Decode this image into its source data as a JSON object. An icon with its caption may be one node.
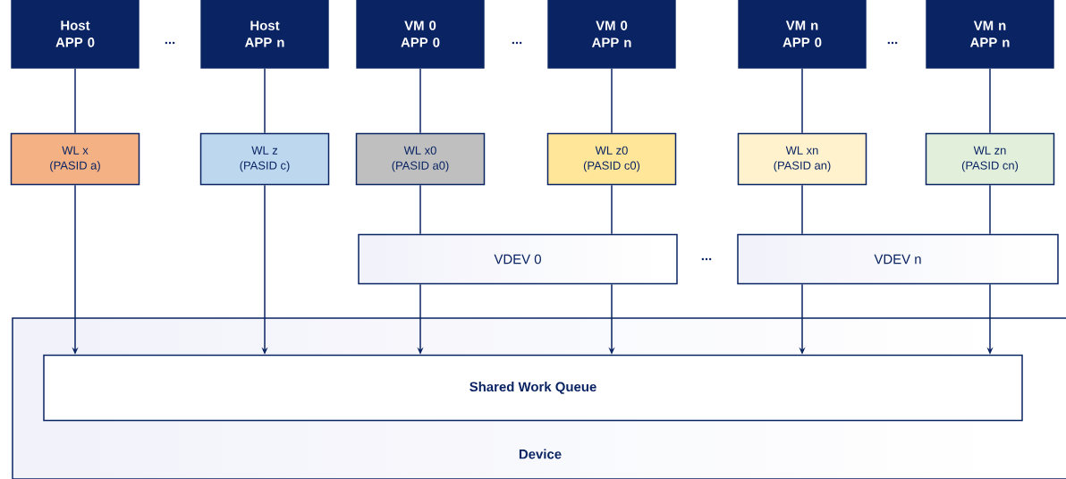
{
  "diagram": {
    "nodes": [
      {
        "text": [
          "Host APP 0"
        ]
      },
      {
        "text": [
          "Host APP n"
        ]
      },
      {
        "text": [
          "VM 0 APP 0"
        ]
      },
      {
        "text": [
          "VM 0 APP n"
        ]
      },
      {
        "text": [
          "VM n APP 0"
        ]
      },
      {
        "text": [
          "VM n APP n"
        ]
      },
      {
        "text": [
          "WL x",
          "(PASID a)"
        ]
      },
      {
        "text": [
          "WL z",
          "(PASID c)"
        ]
      },
      {
        "text": [
          "WL x0",
          "(PASID a0)"
        ]
      },
      {
        "text": [
          "WL z0",
          "(PASID c0)"
        ]
      },
      {
        "text": [
          "WL xn",
          "(PASID an)"
        ]
      },
      {
        "text": [
          "WL zn",
          "(PASID cn)"
        ]
      },
      {
        "text": [
          "VDEV 0"
        ]
      },
      {
        "text": [
          "VDEV n"
        ]
      },
      {
        "text": [
          "Device"
        ]
      },
      {
        "text": [
          "Shared Work Queue"
        ],
        "in": 14
      }
    ],
    "edges": [
      {
        "from": 0,
        "to": 6,
        "arrow": "none"
      },
      {
        "from": 1,
        "to": 7,
        "arrow": "none"
      },
      {
        "from": 2,
        "to": 8,
        "arrow": "none"
      },
      {
        "from": 3,
        "to": 9,
        "arrow": "none"
      },
      {
        "from": 4,
        "to": 10,
        "arrow": "none"
      },
      {
        "from": 5,
        "to": 11,
        "arrow": "none"
      },
      {
        "from": 6,
        "to": 15,
        "arrow": "to"
      },
      {
        "from": 7,
        "to": 15,
        "arrow": "to"
      },
      {
        "from": 8,
        "to": 12,
        "arrow": "none"
      },
      {
        "from": 9,
        "to": 12,
        "arrow": "none"
      },
      {
        "from": 10,
        "to": 13,
        "arrow": "none"
      },
      {
        "from": 11,
        "to": 13,
        "arrow": "none"
      },
      {
        "from": 12,
        "to": 15,
        "arrow": "to"
      },
      {
        "from": 12,
        "to": 15,
        "arrow": "to"
      },
      {
        "from": 13,
        "to": 15,
        "arrow": "to"
      },
      {
        "from": 13,
        "to": 15,
        "arrow": "to"
      }
    ],
    "labels": [
      "...",
      "...",
      "...",
      "..."
    ]
  }
}
